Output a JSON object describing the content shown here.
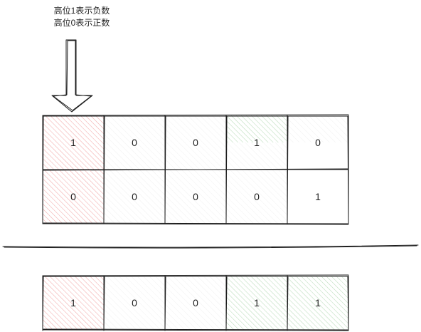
{
  "annotation": {
    "line1": "高位1表示负数",
    "line2": "高位0表示正数"
  },
  "grid_top": {
    "row1": [
      "1",
      "0",
      "0",
      "1",
      "0"
    ],
    "row2": [
      "0",
      "0",
      "0",
      "0",
      "1"
    ]
  },
  "grid_result": {
    "row1": [
      "1",
      "0",
      "0",
      "1",
      "1"
    ]
  },
  "colors": {
    "stroke": "#1e1e1e",
    "hatch_red": "#f4b8b8",
    "hatch_green": "#bfe0bf"
  },
  "icons": {
    "arrow": "down-arrow-icon"
  }
}
